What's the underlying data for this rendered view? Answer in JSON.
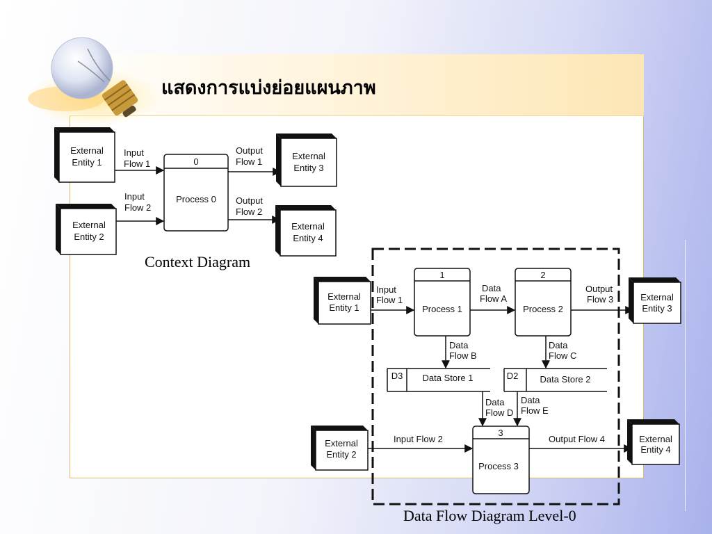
{
  "slide": {
    "title": "แสดงการแบ่งย่อยแผนภาพ"
  },
  "context": {
    "caption": "Context Diagram",
    "entity1": [
      "External",
      "Entity 1"
    ],
    "entity2": [
      "External",
      "Entity 2"
    ],
    "entity3": [
      "External",
      "Entity 3"
    ],
    "entity4": [
      "External",
      "Entity 4"
    ],
    "process": {
      "number": "0",
      "name": "Process 0"
    },
    "input1": [
      "Input",
      "Flow 1"
    ],
    "input2": [
      "Input",
      "Flow 2"
    ],
    "output1": [
      "Output",
      "Flow 1"
    ],
    "output2": [
      "Output",
      "Flow 2"
    ]
  },
  "dfd": {
    "caption": "Data Flow Diagram Level-0",
    "entity1": [
      "External",
      "Entity 1"
    ],
    "entity2": [
      "External",
      "Entity 2"
    ],
    "entity3": [
      "External",
      "Entity 3"
    ],
    "entity4": [
      "External",
      "Entity 4"
    ],
    "process1": {
      "number": "1",
      "name": "Process 1"
    },
    "process2": {
      "number": "2",
      "name": "Process 2"
    },
    "process3": {
      "number": "3",
      "name": "Process 3"
    },
    "store_d3": {
      "id": "D3",
      "name": "Data Store 1"
    },
    "store_d2": {
      "id": "D2",
      "name": "Data Store 2"
    },
    "input1": [
      "Input",
      "Flow 1"
    ],
    "flowA": [
      "Data",
      "Flow A"
    ],
    "output3": [
      "Output",
      "Flow 3"
    ],
    "flowB": [
      "Data",
      "Flow B"
    ],
    "flowC": [
      "Data",
      "Flow C"
    ],
    "flowD": [
      "Data",
      "Flow D"
    ],
    "flowE": [
      "Data",
      "Flow E"
    ],
    "input2": "Input Flow 2",
    "output4": "Output Flow 4"
  },
  "colors": {
    "accent": "#fde6b4",
    "background_blue": "#a9b1ec",
    "ink": "#111111"
  }
}
